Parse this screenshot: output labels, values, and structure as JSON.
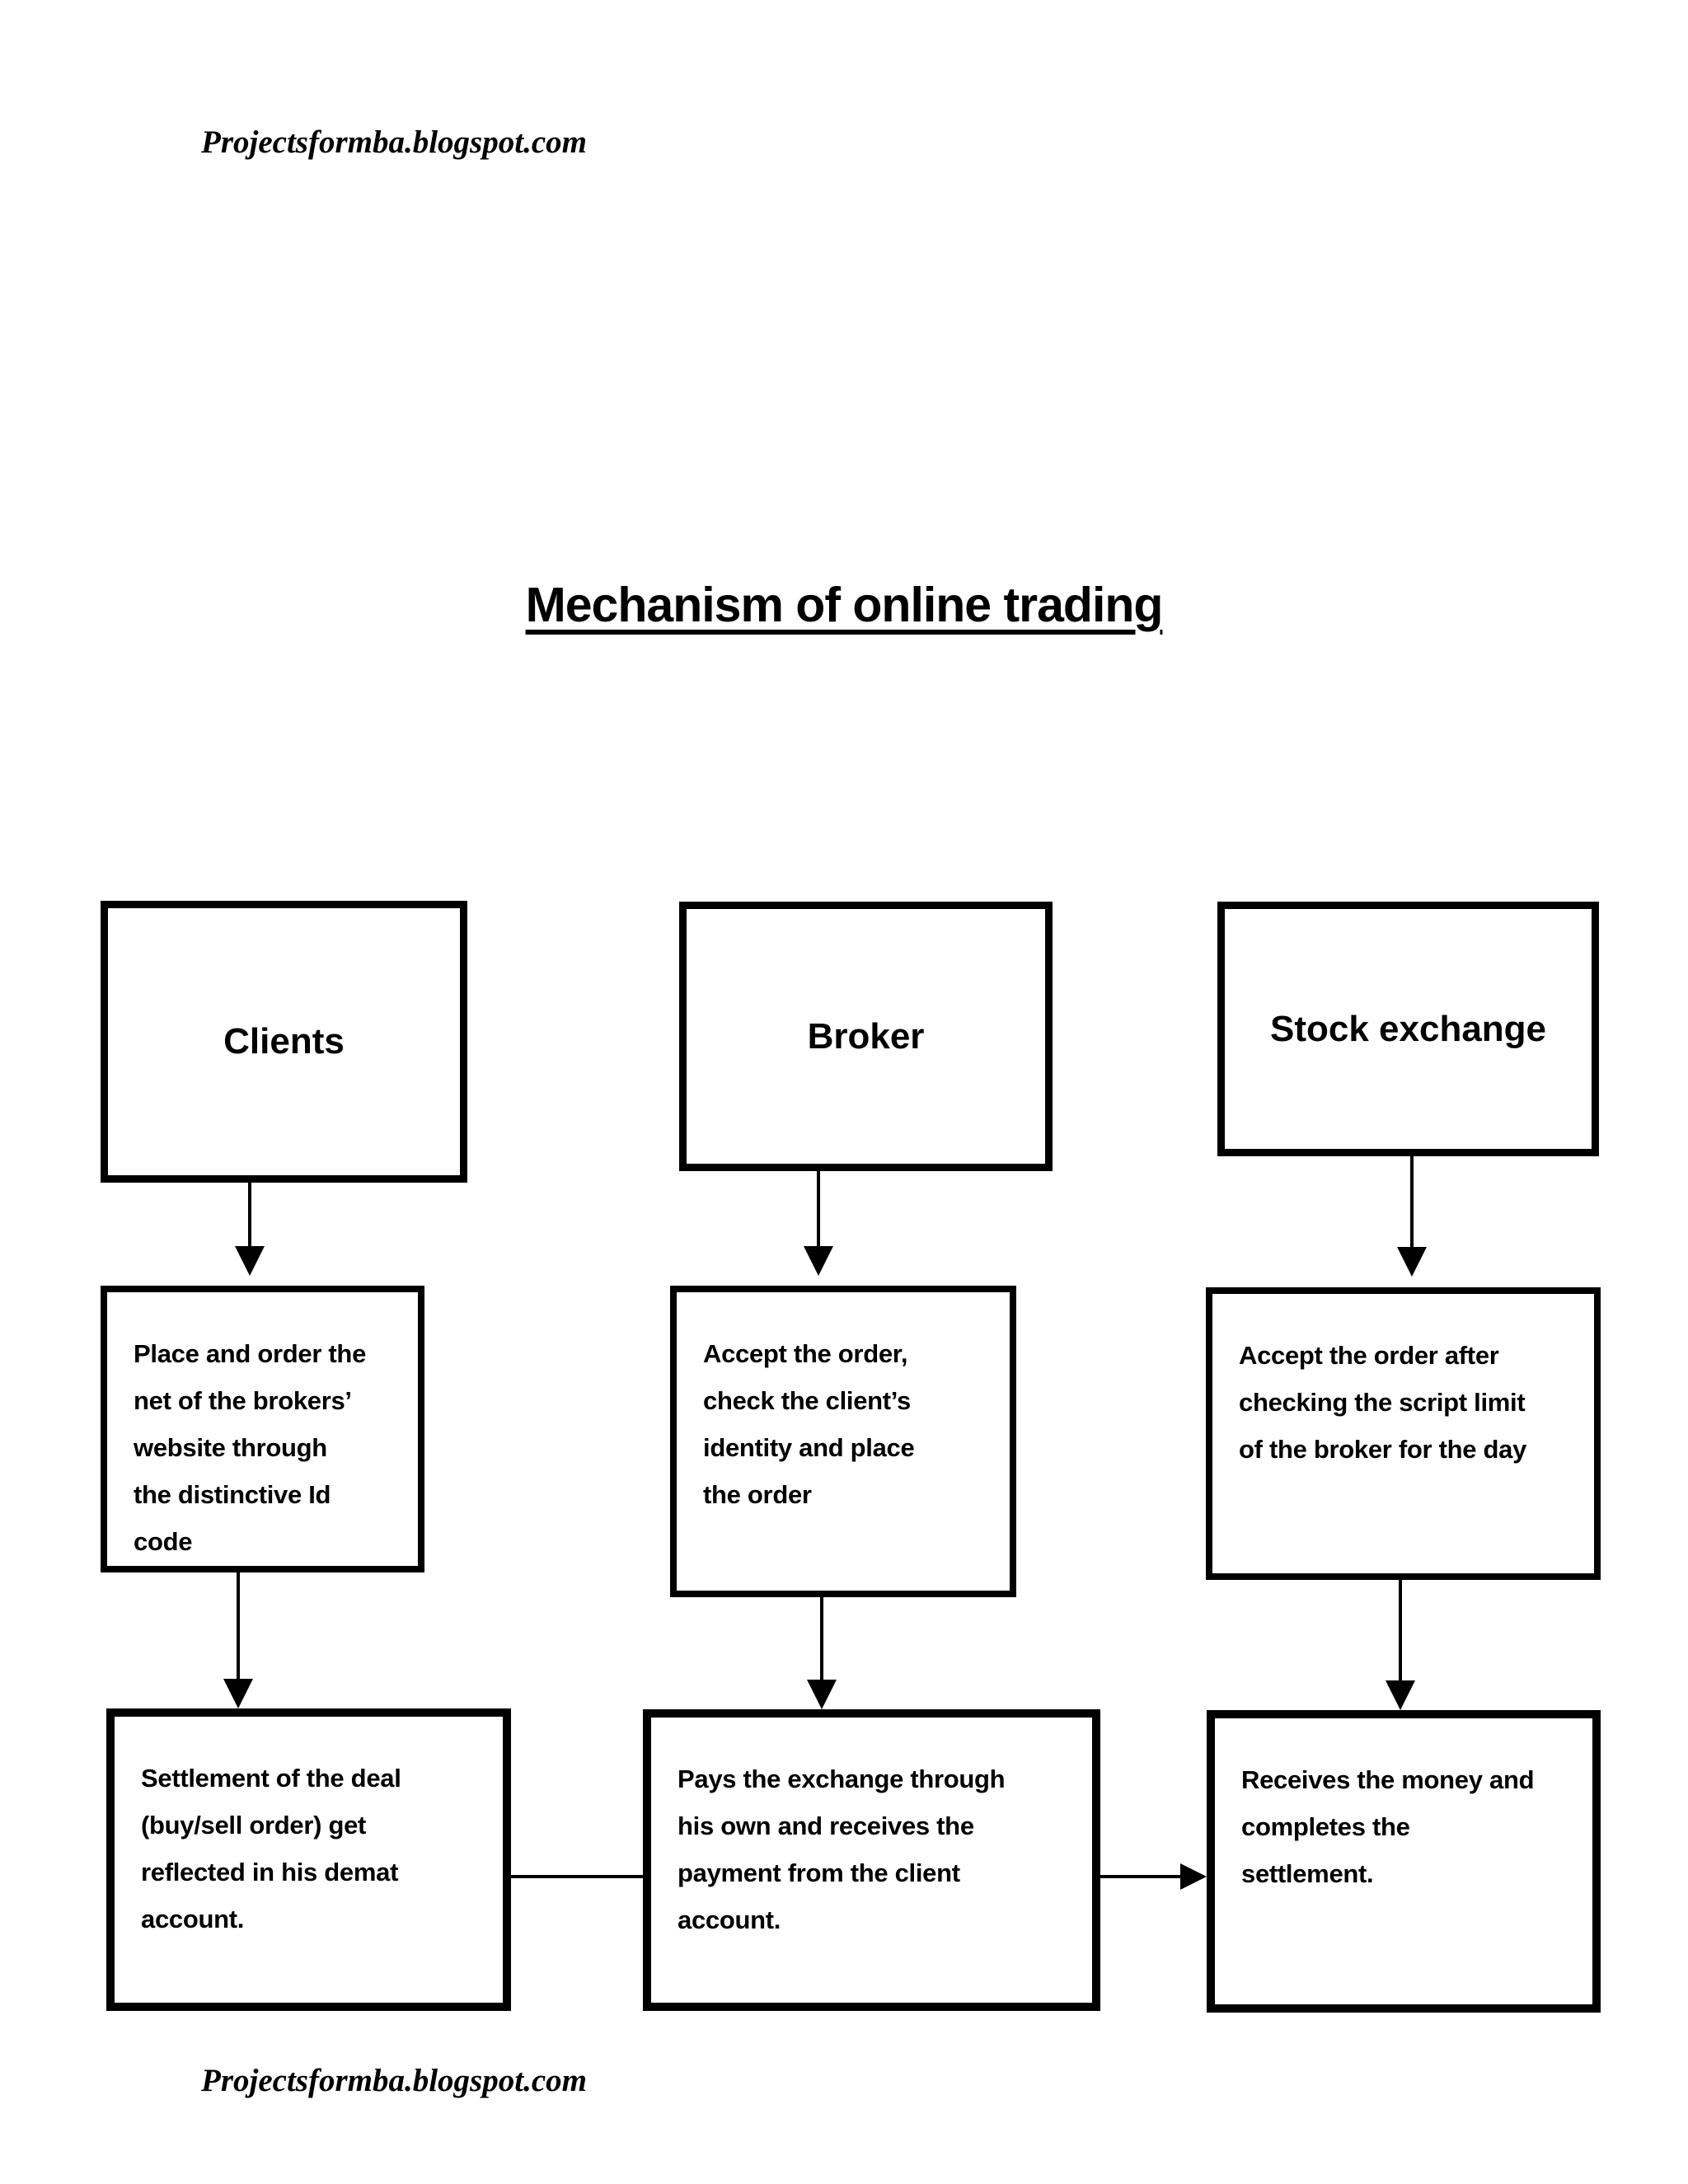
{
  "watermark": {
    "top": "Projectsformba.blogspot.com",
    "bottom": "Projectsformba.blogspot.com"
  },
  "title": "Mechanism of online trading",
  "colors": {
    "ink": "#000000",
    "paper": "#ffffff"
  },
  "flowchart": {
    "columns": [
      {
        "header": "Clients",
        "step": "Place and order the\nnet of the brokers’\nwebsite through\nthe distinctive Id\ncode",
        "result": "Settlement of the deal\n(buy/sell order) get\nreflected in his demat\naccount."
      },
      {
        "header": "Broker",
        "step": "Accept the order,\ncheck the client’s\nidentity and place\nthe order",
        "result": "Pays the exchange through\nhis own and receives the\npayment from the client\naccount."
      },
      {
        "header": "Stock exchange",
        "step": "Accept the order after\nchecking the script limit\nof the broker for the day",
        "result": "Receives the money and\ncompletes the\nsettlement."
      }
    ]
  }
}
